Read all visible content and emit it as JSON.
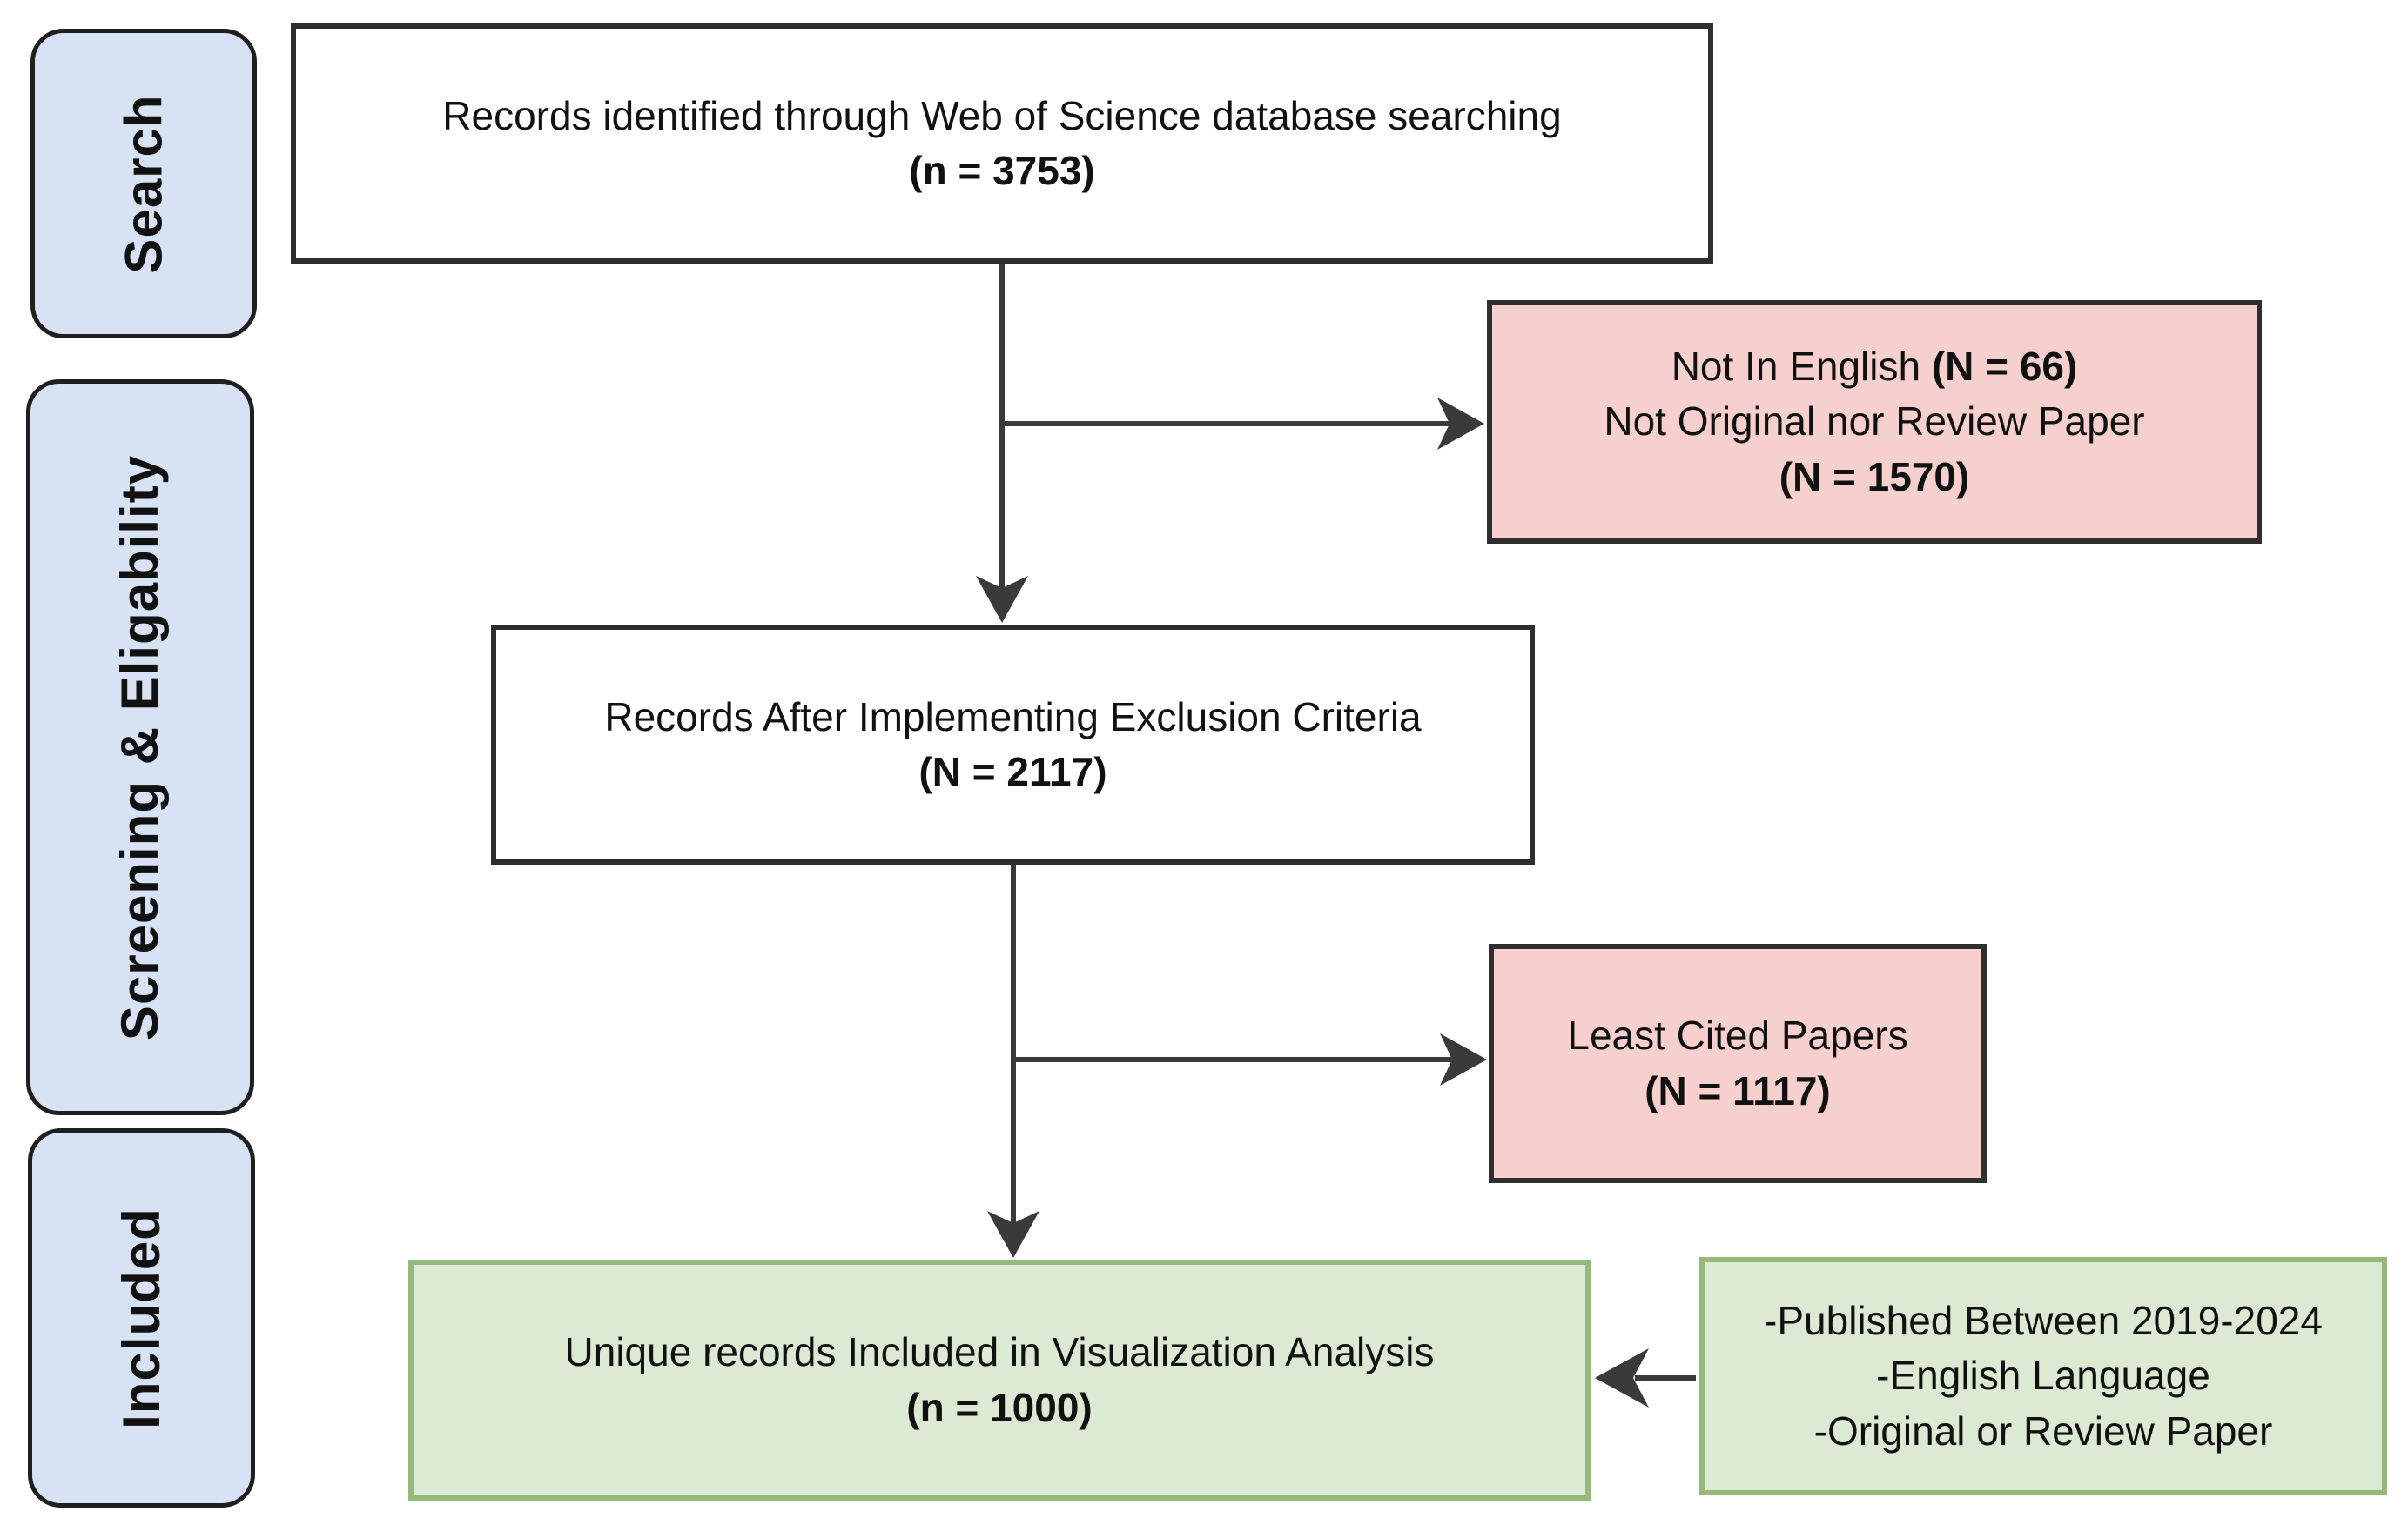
{
  "colors": {
    "stage_fill": "#d7e3f4",
    "stage_border": "#1f1f1f",
    "process_fill": "#ffffff",
    "process_border": "#2e2e2e",
    "excluded_fill": "#f5d0cd",
    "excluded_border": "#2e2e2e",
    "included_fill": "#dcead3",
    "included_border": "#95b97d",
    "arrow": "#3a3a3a"
  },
  "stages": [
    {
      "label": "Search"
    },
    {
      "label": "Screening & Eligability"
    },
    {
      "label": "Included"
    }
  ],
  "boxes": {
    "identified": {
      "text": "Records identified through Web of Science database searching",
      "count": "(n = 3753)"
    },
    "excluded_language": {
      "line1_text": "Not In English ",
      "line1_count": "(N = 66)",
      "line2_text": "Not Original nor Review Paper",
      "count": "(N = 1570)"
    },
    "after_exclusion": {
      "text": "Records After Implementing Exclusion Criteria",
      "count": "(N = 2117)"
    },
    "least_cited": {
      "text": "Least Cited Papers",
      "count": "(N = 1117)"
    },
    "included_records": {
      "text": "Unique records Included in Visualization Analysis",
      "count": "(n = 1000)"
    },
    "criteria": {
      "line1": "-Published Between 2019-2024",
      "line2": "-English Language",
      "line3": "-Original or Review Paper"
    }
  }
}
